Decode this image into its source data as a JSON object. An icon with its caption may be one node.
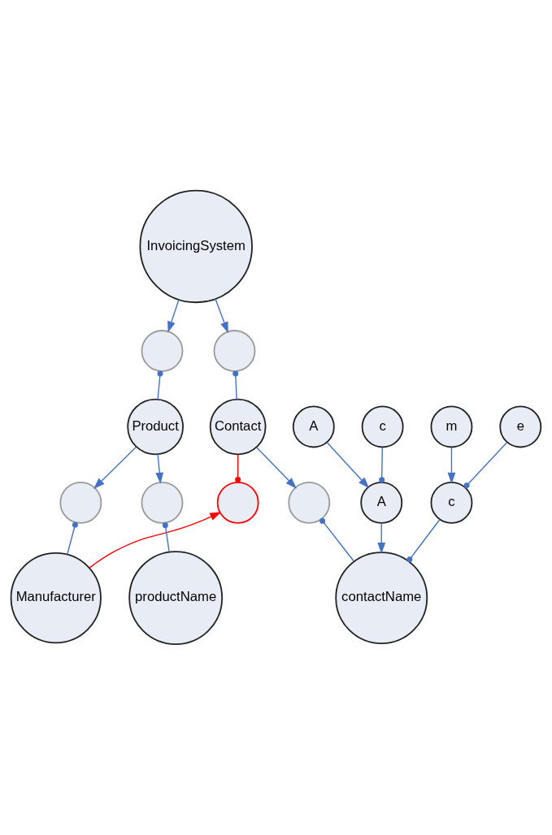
{
  "diagram": {
    "nodes": [
      {
        "text": [
          "InvoicingSystem"
        ]
      },
      {
        "text": [],
        "shape": "circle"
      },
      {
        "text": [
          "Contact"
        ]
      },
      {
        "text": [
          "A"
        ]
      },
      {
        "text": [
          "c"
        ]
      },
      {
        "text": [
          "m"
        ]
      },
      {
        "text": [
          "e"
        ]
      },
      {
        "text": [
          "A"
        ]
      },
      {
        "text": [
          "c"
        ]
      },
      {
        "text": [],
        "shape": "circle"
      },
      {
        "text": [
          "contactName"
        ]
      },
      {
        "text": [],
        "shape": "circle"
      },
      {
        "text": [],
        "shape": "circle"
      },
      {
        "text": [
          "Product"
        ]
      },
      {
        "text": [],
        "shape": "circle"
      },
      {
        "text": [
          "Manufacturer"
        ]
      },
      {
        "text": [],
        "shape": "circle"
      },
      {
        "text": [
          "productName"
        ]
      }
    ],
    "edges": [
      {
        "from": 0,
        "to": 1,
        "arrow": "to"
      },
      {
        "from": 1,
        "to": 2,
        "arrow": "other"
      },
      {
        "from": 2,
        "to": 9,
        "arrow": "to"
      },
      {
        "from": 9,
        "to": 10,
        "arrow": "other"
      },
      {
        "from": 3,
        "to": 7,
        "arrow": "to"
      },
      {
        "from": 4,
        "to": 7,
        "arrow": "other"
      },
      {
        "from": 5,
        "to": 8,
        "arrow": "to"
      },
      {
        "from": 6,
        "to": 8,
        "arrow": "other"
      },
      {
        "from": 7,
        "to": 10,
        "arrow": "to"
      },
      {
        "from": 8,
        "to": 10,
        "arrow": "other"
      },
      {
        "from": 2,
        "to": 11,
        "arrow": "other",
        "color": "#ff0000"
      },
      {
        "from": 15,
        "to": 11,
        "arrow": "to",
        "color": "#ff0000"
      },
      {
        "from": 0,
        "to": 12,
        "arrow": "to"
      },
      {
        "from": 12,
        "to": 13,
        "arrow": "other"
      },
      {
        "from": 13,
        "to": 14,
        "arrow": "to"
      },
      {
        "from": 14,
        "to": 15,
        "arrow": "other"
      },
      {
        "from": 13,
        "to": 16,
        "arrow": "to"
      },
      {
        "from": 16,
        "to": 17,
        "arrow": "other"
      }
    ]
  }
}
